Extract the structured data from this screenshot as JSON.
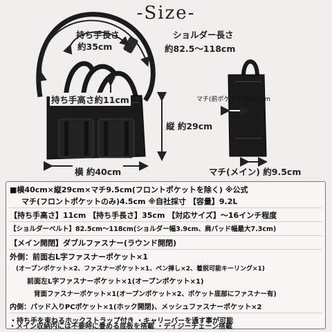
{
  "title": "-Size-",
  "labels": {
    "handle_length": "持ち手長さ",
    "handle_length_value": "約35cm",
    "shoulder_length": "ショルダー長さ",
    "shoulder_length_value": "約82.5～118cm",
    "handle_height": "持ち手高さ約11cm",
    "height": "縦 約29cm",
    "width": "横 約40cm",
    "gusset_front": "マチ(前ポケット)約4.5cm",
    "gusset_main": "マチ(メイン) 約9.5cm"
  },
  "specs": [
    "■横40cm×縦29cm×マチ9.5cm(フロントポケットを除く) ※公式",
    "マチ(フロントポケットのみ)4.5cm ※自社採寸 【容量】9.2L",
    "【持ち手高さ】11cm 【持ち手長さ】35cm 【対応サイズ】～16インチ程度",
    "【ショルダーベルト】82.5cm～118cm(ショルダー幅3.9cm、肩パッド幅最大7.3cm)",
    "【メイン開閉】ダブルファスナー(ラウンド開閉)",
    "外側：前面右L字ファスナーポケット×1",
    "(オープンポケット×2、ファスナーポケット×1、ペン挿し×2、着脱可能キーリング×1)",
    "前面左L字ファスナーポケット×1(オープンポケット×1)",
    "背面ファスナーポケット×1(オープンポケット×2、ポケット底部にファスナー有)",
    "内側：パッド入りPCポケット×1(ホック開閉)、メッシュファスナーポケット×2",
    "・持ち手を束ねるホックストラップ付き ・キャリーバーを通す事が可能",
    "・メイン収納内には不要時に畳める底板を搭載 ・デイジーチェーン搭載"
  ]
}
